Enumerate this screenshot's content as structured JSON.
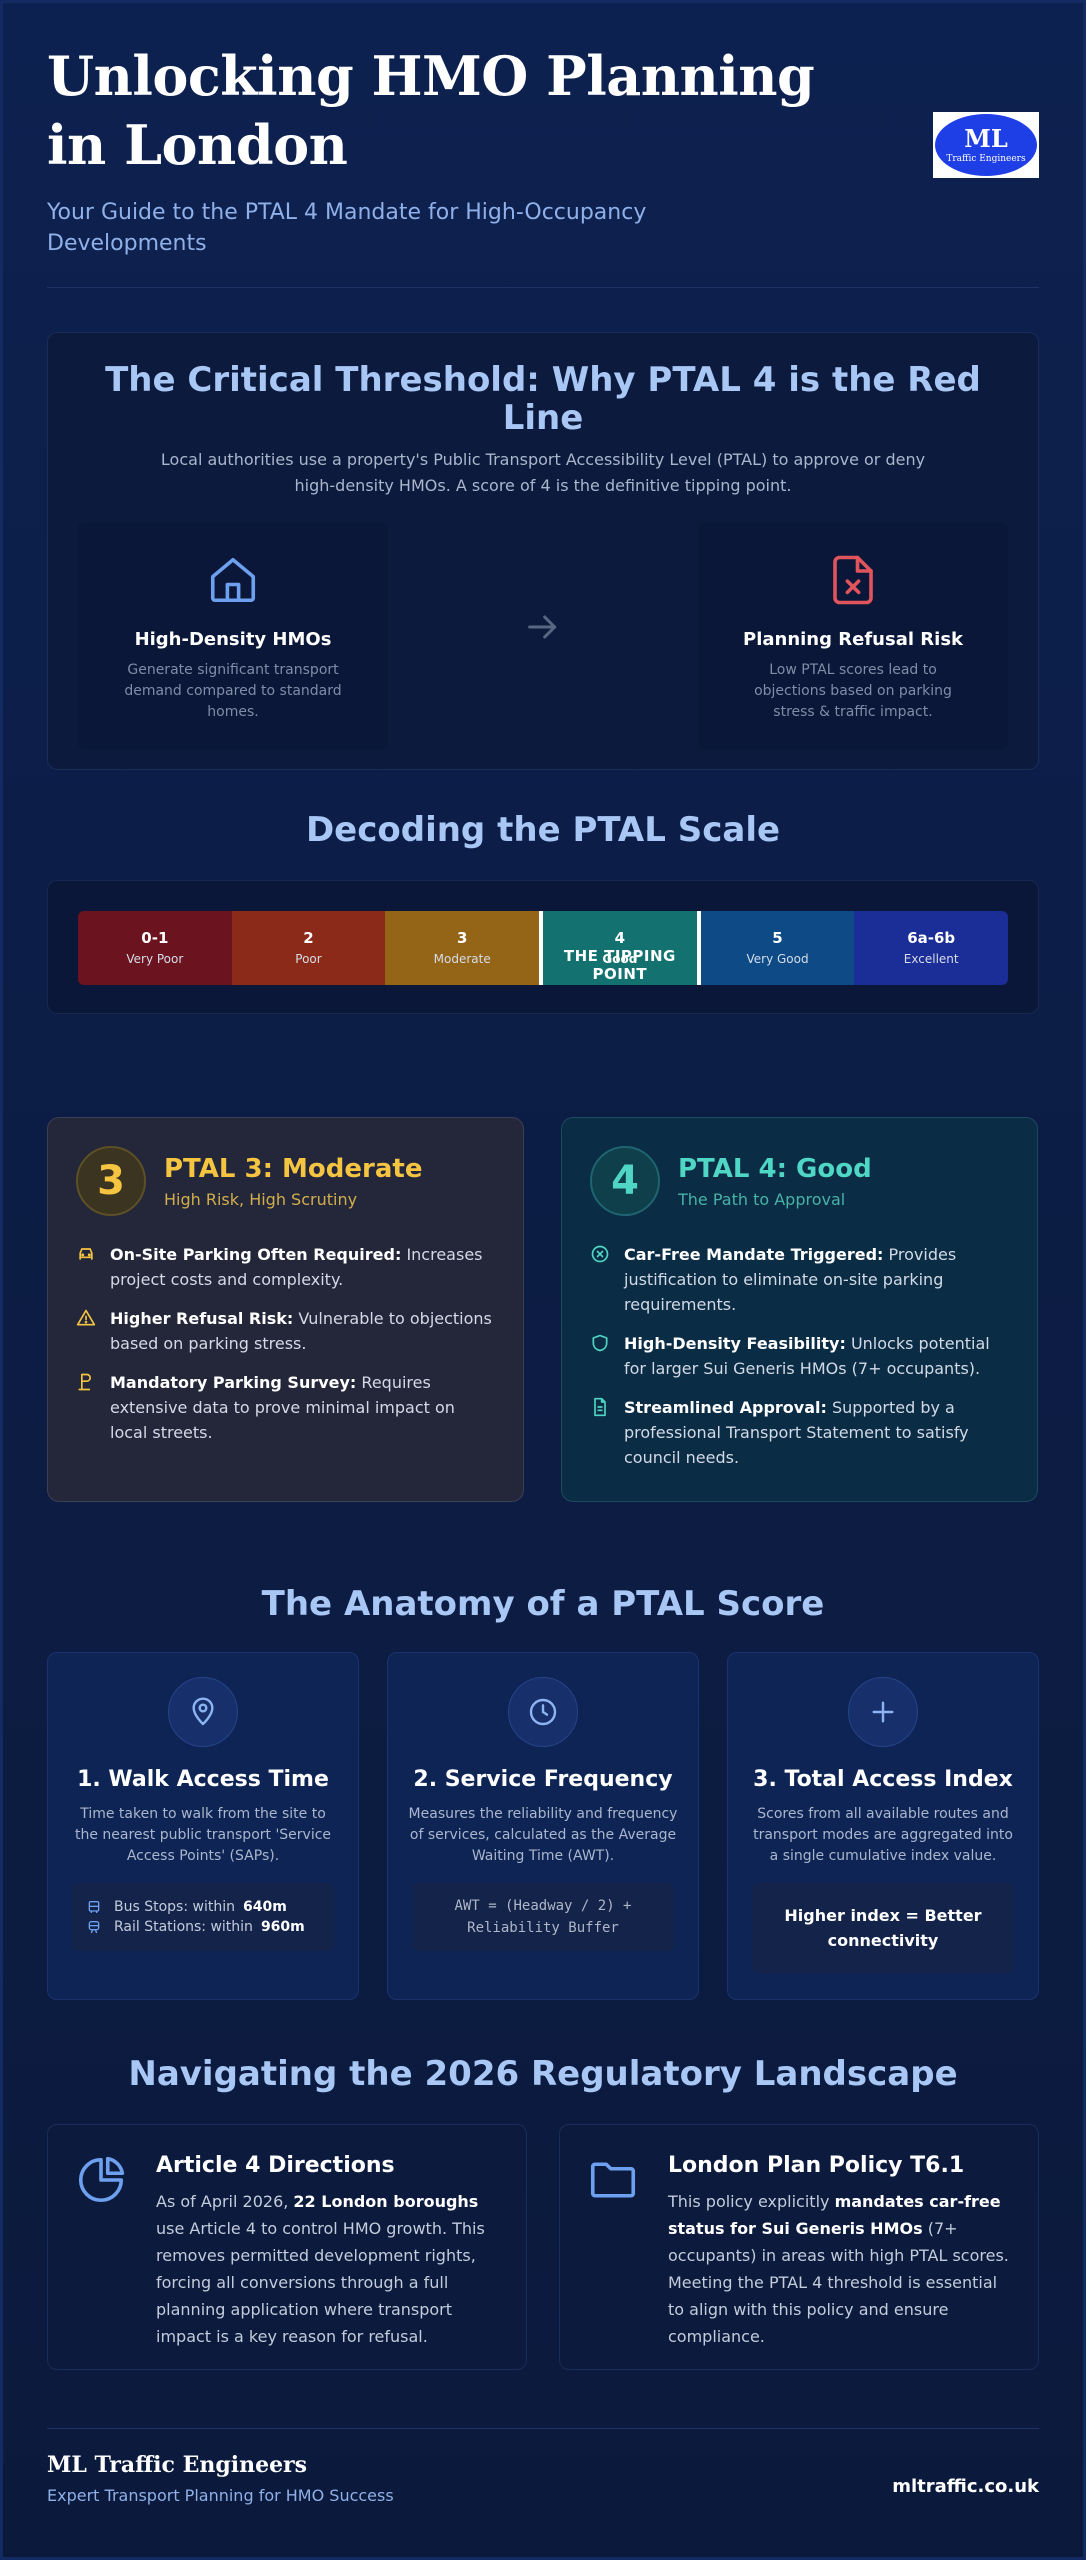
{
  "header": {
    "title": "Unlocking HMO Planning in London",
    "subtitle": "Your Guide to the PTAL 4 Mandate for High-Occupancy Developments",
    "logo": {
      "ml": "ML",
      "text": "Traffic Engineers"
    }
  },
  "threshold": {
    "title": "The Critical Threshold: Why PTAL 4 is the Red Line",
    "description": "Local authorities use a property's Public Transport Accessibility Level (PTAL) to approve or deny high-density HMOs. A score of 4 is the definitive tipping point.",
    "left": {
      "title": "High-Density HMOs",
      "text": "Generate significant transport demand compared to standard homes.",
      "icon": "house-icon"
    },
    "right": {
      "title": "Planning Refusal Risk",
      "text": "Low PTAL scores lead to objections based on parking stress & traffic impact.",
      "icon": "file-x-icon"
    }
  },
  "scale": {
    "title": "Decoding the PTAL Scale",
    "tipping": "THE TIPPING POINT",
    "segments": [
      {
        "score": "0-1",
        "label": "Very Poor",
        "color": "#6b1420"
      },
      {
        "score": "2",
        "label": "Poor",
        "color": "#8b2a18"
      },
      {
        "score": "3",
        "label": "Moderate",
        "color": "#946417"
      },
      {
        "score": "4",
        "label": "Good",
        "color": "#137270"
      },
      {
        "score": "5",
        "label": "Very Good",
        "color": "#0d4a86"
      },
      {
        "score": "6a-6b",
        "label": "Excellent",
        "color": "#1b2d96"
      }
    ]
  },
  "compare": {
    "ptal3": {
      "badge": "3",
      "title": "PTAL 3: Moderate",
      "subtitle": "High Risk, High Scrutiny",
      "points": [
        {
          "bold": "On-Site Parking Often Required:",
          "text": " Increases project costs and complexity.",
          "icon": "car-icon"
        },
        {
          "bold": "Higher Refusal Risk:",
          "text": " Vulnerable to objections based on parking stress.",
          "icon": "warning-icon"
        },
        {
          "bold": "Mandatory Parking Survey:",
          "text": " Requires extensive data to prove minimal impact on local streets.",
          "icon": "parking-sign-icon"
        }
      ]
    },
    "ptal4": {
      "badge": "4",
      "title": "PTAL 4: Good",
      "subtitle": "The Path to Approval",
      "points": [
        {
          "bold": "Car-Free Mandate Triggered:",
          "text": " Provides justification to eliminate on-site parking requirements.",
          "icon": "circle-x-icon"
        },
        {
          "bold": "High-Density Feasibility:",
          "text": " Unlocks potential for larger Sui Generis HMOs (7+ occupants).",
          "icon": "shield-icon"
        },
        {
          "bold": "Streamlined Approval:",
          "text": " Supported by a professional Transport Statement to satisfy council needs.",
          "icon": "document-icon"
        }
      ]
    }
  },
  "anatomy": {
    "title": "The Anatomy of a PTAL Score",
    "walk": {
      "title": "1. Walk Access Time",
      "text": "Time taken to walk from the site to the nearest public transport 'Service Access Points' (SAPs).",
      "bus_label": "Bus Stops: within",
      "bus_value": "640m",
      "rail_label": "Rail Stations: within",
      "rail_value": "960m"
    },
    "frequency": {
      "title": "2. Service Frequency",
      "text": "Measures the reliability and frequency of services, calculated as the Average Waiting Time (AWT).",
      "formula": "AWT = (Headway / 2) + Reliability Buffer"
    },
    "index": {
      "title": "3. Total Access Index",
      "text": "Scores from all available routes and transport modes are aggregated into a single cumulative index value.",
      "highlight": "Higher index = Better connectivity"
    }
  },
  "regulatory": {
    "title": "Navigating the 2026 Regulatory Landscape",
    "article4": {
      "title": "Article 4 Directions",
      "pre": "As of April 2026, ",
      "bold": "22 London boroughs",
      "post": " use Article 4 to control HMO growth. This removes permitted development rights, forcing all conversions through a full planning application where transport impact is a key reason for refusal."
    },
    "policy": {
      "title": "London Plan Policy T6.1",
      "pre": "This policy explicitly ",
      "bold": "mandates car-free status for Sui Generis HMOs",
      "post": " (7+ occupants) in areas with high PTAL scores. Meeting the PTAL 4 threshold is essential to align with this policy and ensure compliance."
    }
  },
  "footer": {
    "name": "ML Traffic Engineers",
    "tagline": "Expert Transport Planning for HMO Success",
    "url": "mltraffic.co.uk"
  }
}
